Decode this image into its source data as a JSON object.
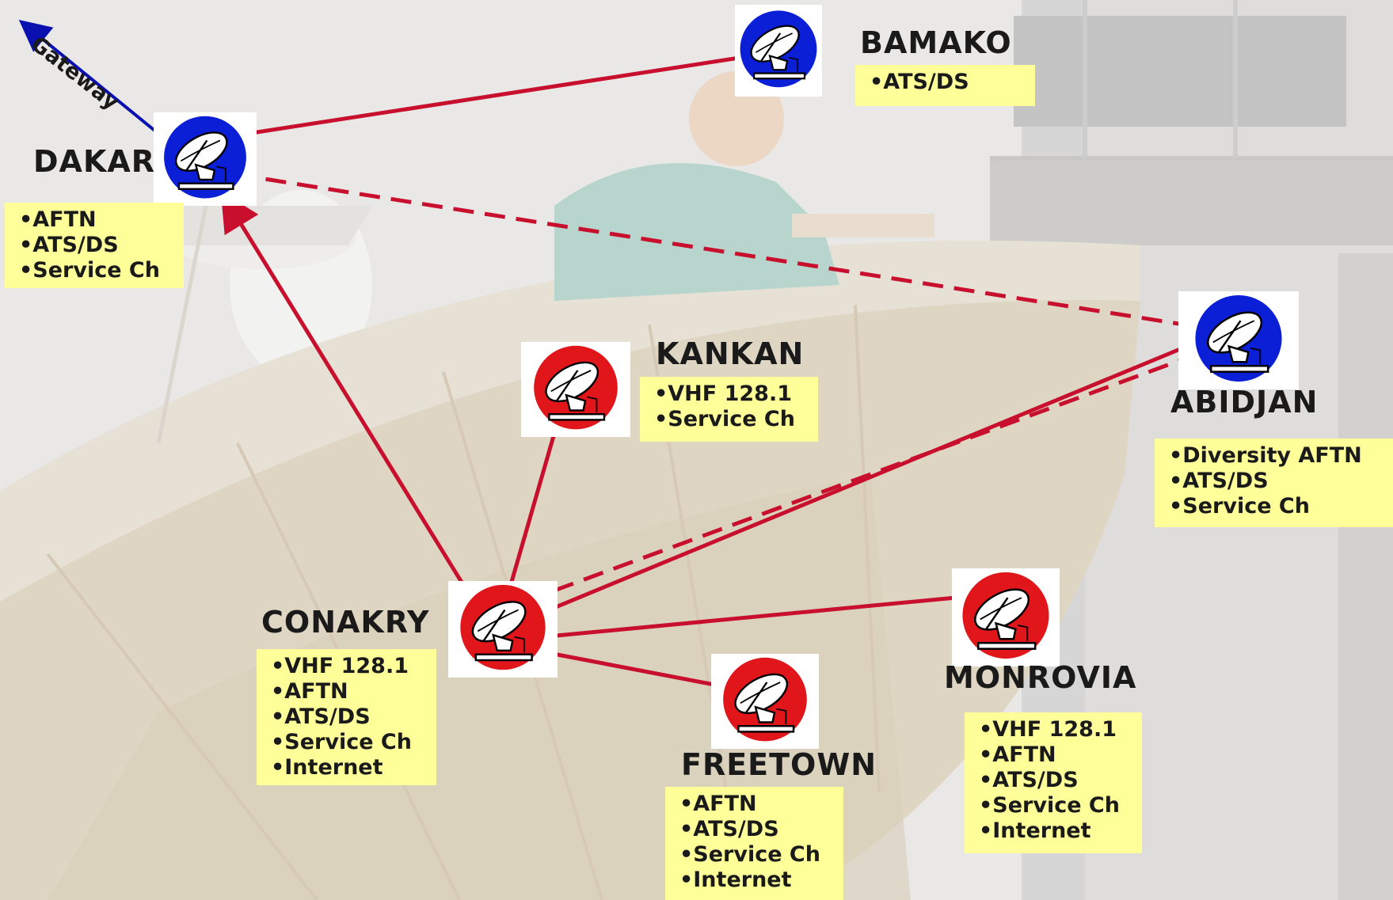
{
  "gateway_label": "Gateway",
  "colors": {
    "link": "#c8102e",
    "gateway_arrow": "#0a10b0",
    "info_box": "#ffff99",
    "hub_icon": "#0a1fd6",
    "remote_icon": "#e0161b"
  },
  "stations": [
    {
      "id": "bamako",
      "name": "BAMAKO",
      "icon": "satellite-dish-blue",
      "services": [
        "ATS/DS"
      ]
    },
    {
      "id": "dakar",
      "name": "DAKAR",
      "icon": "satellite-dish-blue",
      "services": [
        "AFTN",
        "ATS/DS",
        "Service Ch"
      ]
    },
    {
      "id": "kankan",
      "name": "KANKAN",
      "icon": "satellite-dish-red",
      "services": [
        "VHF 128.1",
        "Service Ch"
      ]
    },
    {
      "id": "abidjan",
      "name": "ABIDJAN",
      "icon": "satellite-dish-blue",
      "services": [
        "Diversity AFTN",
        "ATS/DS",
        "Service Ch"
      ]
    },
    {
      "id": "conakry",
      "name": "CONAKRY",
      "icon": "satellite-dish-red",
      "services": [
        "VHF 128.1",
        "AFTN",
        "ATS/DS",
        "Service Ch",
        "Internet"
      ]
    },
    {
      "id": "monrovia",
      "name": "MONROVIA",
      "icon": "satellite-dish-red",
      "services": [
        "VHF 128.1",
        "AFTN",
        "ATS/DS",
        "Service Ch",
        "Internet"
      ]
    },
    {
      "id": "freetown",
      "name": "FREETOWN",
      "icon": "satellite-dish-red",
      "services": [
        "AFTN",
        "ATS/DS",
        "Service Ch",
        "Internet"
      ]
    }
  ],
  "links": [
    {
      "from": "dakar",
      "to": "bamako",
      "style": "solid"
    },
    {
      "from": "dakar",
      "to": "abidjan",
      "style": "dashed"
    },
    {
      "from": "conakry",
      "to": "dakar",
      "style": "solid",
      "arrow": "to"
    },
    {
      "from": "conakry",
      "to": "kankan",
      "style": "solid"
    },
    {
      "from": "conakry",
      "to": "abidjan",
      "style": "dashed"
    },
    {
      "from": "conakry",
      "to": "abidjan",
      "style": "solid"
    },
    {
      "from": "conakry",
      "to": "monrovia",
      "style": "solid"
    },
    {
      "from": "conakry",
      "to": "freetown",
      "style": "solid"
    }
  ]
}
